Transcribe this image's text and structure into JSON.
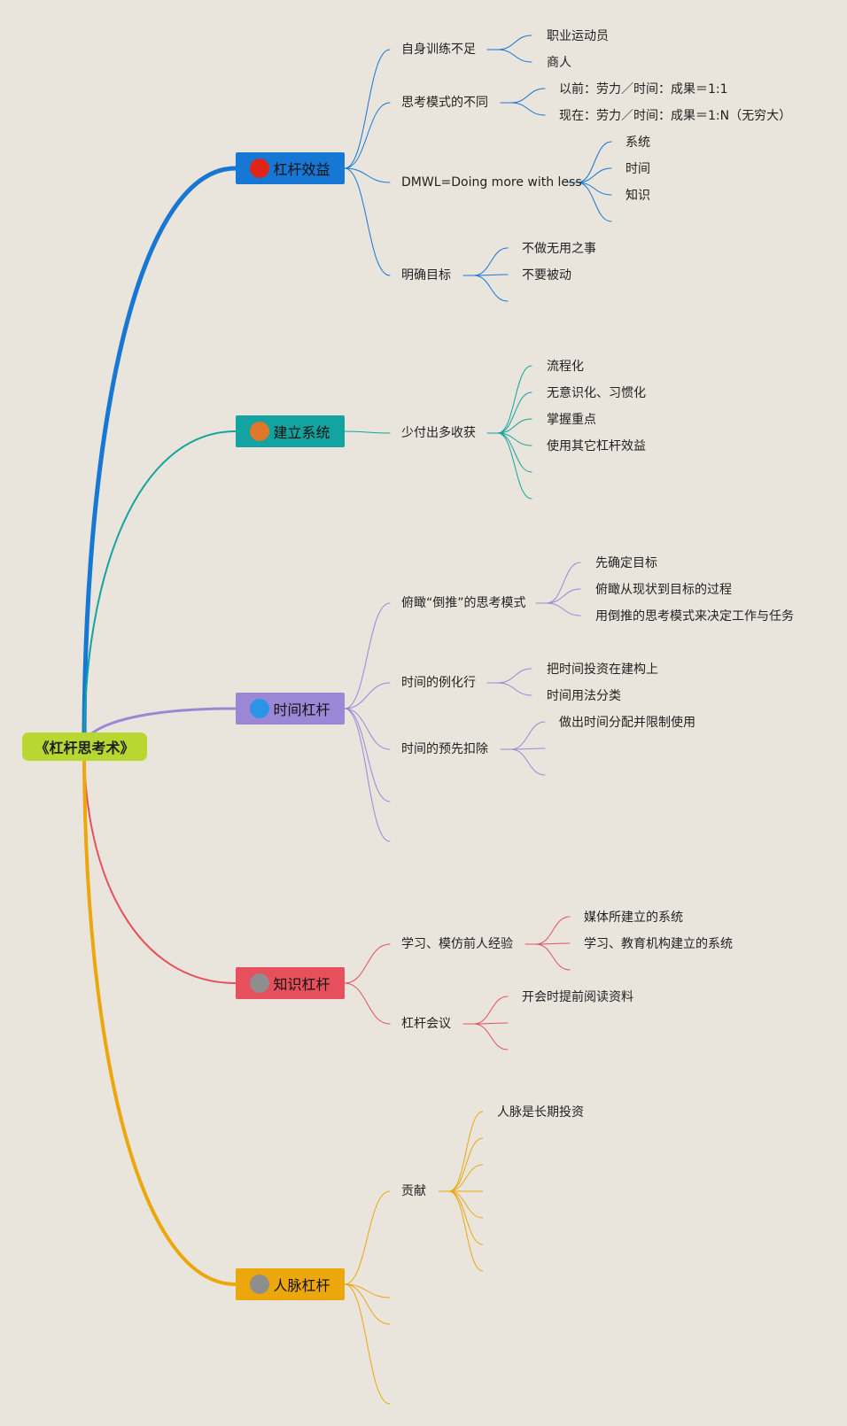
{
  "root": {
    "label": "《杠杆思考术》",
    "color": "#b8d730"
  },
  "branches": [
    {
      "number": "1",
      "label": "杠杆效益",
      "color": "#1677d4",
      "badge_color": "#e02418",
      "children": [
        {
          "label": "自身训练不足",
          "children": [
            "职业运动员",
            "商人"
          ]
        },
        {
          "label": "思考模式的不同",
          "children": [
            "以前：劳力／时间：成果＝1:1",
            "现在：劳力／时间：成果＝1:N（无穷大）"
          ]
        },
        {
          "label": "DMWL=Doing more with less",
          "children": [
            "系统",
            "时间",
            "知识",
            ""
          ]
        },
        {
          "label": "明确目标",
          "children": [
            "不做无用之事",
            "不要被动",
            ""
          ]
        }
      ]
    },
    {
      "number": "2",
      "label": "建立系统",
      "color": "#13a3a0",
      "badge_color": "#e1772a",
      "children": [
        {
          "label": "少付出多收获",
          "children": [
            "流程化",
            "无意识化、习惯化",
            "掌握重点",
            "使用其它杠杆效益",
            "",
            ""
          ]
        }
      ]
    },
    {
      "number": "3",
      "label": "时间杠杆",
      "color": "#9b87d6",
      "badge_color": "#2a94e6",
      "children": [
        {
          "label": "俯瞰“倒推”的思考模式",
          "children": [
            "先确定目标",
            "俯瞰从现状到目标的过程",
            "用倒推的思考模式来决定工作与任务"
          ]
        },
        {
          "label": "时间的例化行",
          "children": [
            "把时间投资在建构上",
            "时间用法分类"
          ]
        },
        {
          "label": "时间的预先扣除",
          "children": [
            "做出时间分配并限制使用",
            "",
            ""
          ]
        },
        {
          "label": "",
          "children": []
        },
        {
          "label": "",
          "children": []
        }
      ]
    },
    {
      "number": "4",
      "label": "知识杠杆",
      "color": "#e64f5c",
      "badge_color": "#8e8e8e",
      "children": [
        {
          "label": "学习、模仿前人经验",
          "children": [
            "媒体所建立的系统",
            "学习、教育机构建立的系统",
            ""
          ]
        },
        {
          "label": "杠杆会议",
          "children": [
            "开会时提前阅读资料",
            "",
            ""
          ]
        }
      ]
    },
    {
      "number": "5",
      "label": "人脉杠杆",
      "color": "#eba70c",
      "badge_color": "#8e8e8e",
      "children": [
        {
          "label": "贡献",
          "children": [
            "人脉是长期投资",
            "",
            "",
            "",
            "",
            "",
            ""
          ]
        },
        {
          "label": "",
          "children": []
        },
        {
          "label": "",
          "children": []
        },
        {
          "label": "",
          "children": []
        }
      ]
    }
  ]
}
